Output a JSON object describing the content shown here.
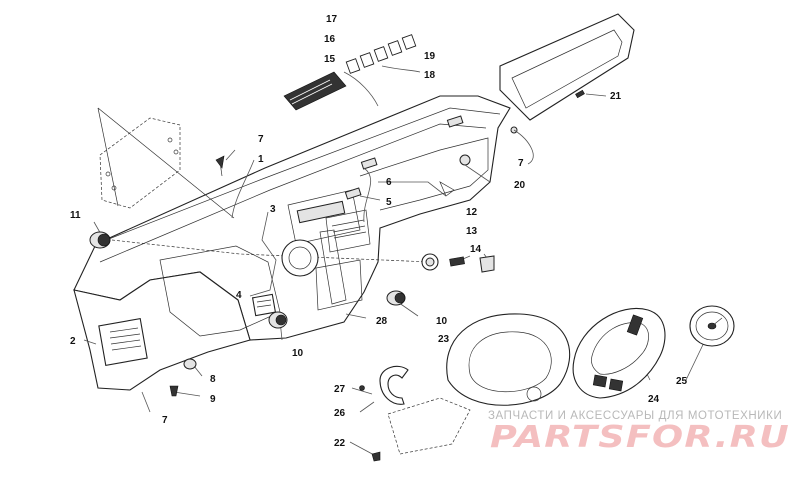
{
  "diagram": {
    "callouts": [
      {
        "id": "c1",
        "label": "1"
      },
      {
        "id": "c2",
        "label": "2"
      },
      {
        "id": "c3",
        "label": "3"
      },
      {
        "id": "c4",
        "label": "4"
      },
      {
        "id": "c5",
        "label": "5"
      },
      {
        "id": "c6",
        "label": "6"
      },
      {
        "id": "c7a",
        "label": "7"
      },
      {
        "id": "c7b",
        "label": "7"
      },
      {
        "id": "c7c",
        "label": "7"
      },
      {
        "id": "c8",
        "label": "8"
      },
      {
        "id": "c9",
        "label": "9"
      },
      {
        "id": "c10a",
        "label": "10"
      },
      {
        "id": "c10b",
        "label": "10"
      },
      {
        "id": "c11",
        "label": "11"
      },
      {
        "id": "c12",
        "label": "12"
      },
      {
        "id": "c13",
        "label": "13"
      },
      {
        "id": "c14",
        "label": "14"
      },
      {
        "id": "c15",
        "label": "15"
      },
      {
        "id": "c16",
        "label": "16"
      },
      {
        "id": "c17",
        "label": "17"
      },
      {
        "id": "c18",
        "label": "18"
      },
      {
        "id": "c19",
        "label": "19"
      },
      {
        "id": "c20",
        "label": "20"
      },
      {
        "id": "c21",
        "label": "21"
      },
      {
        "id": "c22",
        "label": "22"
      },
      {
        "id": "c23",
        "label": "23"
      },
      {
        "id": "c24",
        "label": "24"
      },
      {
        "id": "c25",
        "label": "25"
      },
      {
        "id": "c26",
        "label": "26"
      },
      {
        "id": "c27",
        "label": "27"
      },
      {
        "id": "c28",
        "label": "28"
      }
    ]
  },
  "watermark": {
    "subtitle": "ЗАПЧАСТИ И АКСЕССУАРЫ ДЛЯ МОТОТЕХНИКИ",
    "logo_text": "PARTSFOR.RU",
    "logo_color": "#f4bfc0"
  }
}
